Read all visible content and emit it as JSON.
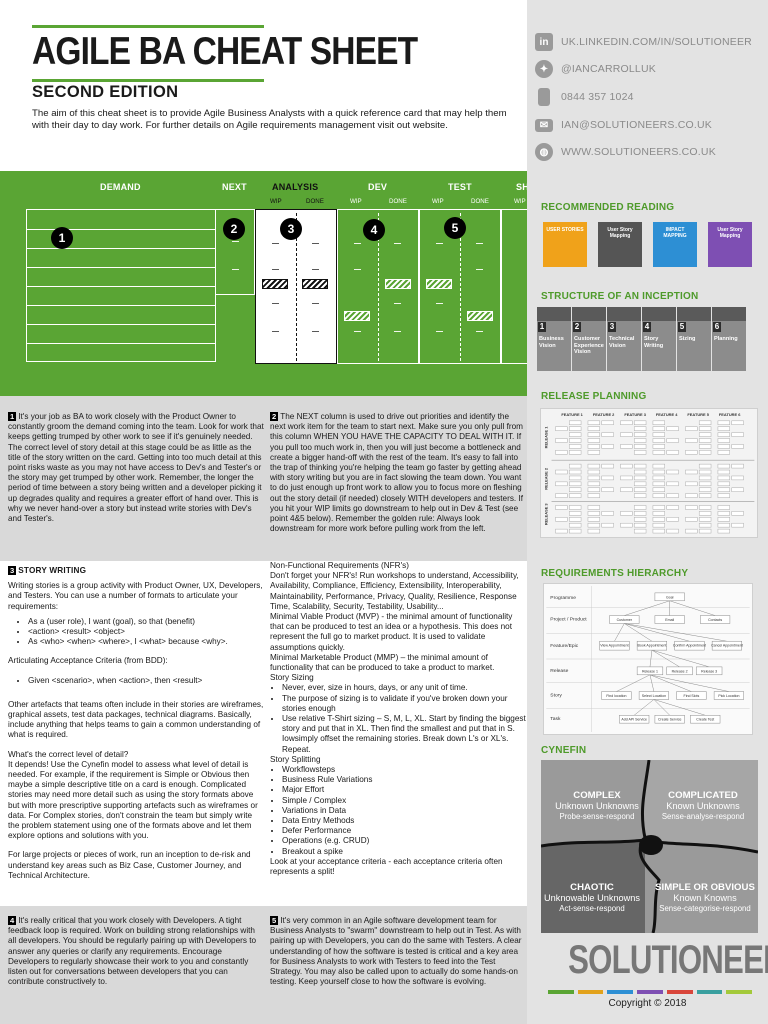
{
  "header": {
    "title": "AGILE BA CHEAT SHEET",
    "edition": "SECOND EDITION",
    "intro": "The aim of this cheat sheet is to provide Agile Business Analysts with a quick reference card that may help them with their day to day work. For further details on Agile requirements management visit out website."
  },
  "contacts": [
    {
      "icon": "linkedin-icon",
      "text": "UK.LINKEDIN.COM/IN/SOLUTIONEER"
    },
    {
      "icon": "twitter-icon",
      "text": "@IANCARROLLUK"
    },
    {
      "icon": "phone-icon",
      "text": "0844 357 1024"
    },
    {
      "icon": "email-icon",
      "text": "IAN@SOLUTIONEERS.CO.UK"
    },
    {
      "icon": "globe-icon",
      "text": "WWW.SOLUTIONEERS.CO.UK"
    }
  ],
  "sidebar": {
    "reading_title": "RECOMMENDED READING",
    "books": [
      {
        "title": "USER STORIES",
        "color": "#f0a21a"
      },
      {
        "title": "User Story Mapping",
        "color": "#555555"
      },
      {
        "title": "IMPACT MAPPING",
        "color": "#2d8fd4"
      },
      {
        "title": "User Story Mapping",
        "color": "#7e4fb3"
      }
    ],
    "inception_title": "STRUCTURE OF AN INCEPTION",
    "inception": [
      {
        "n": "1",
        "label": "Business Vision"
      },
      {
        "n": "2",
        "label": "Customer Experience Vision"
      },
      {
        "n": "3",
        "label": "Technical Vision"
      },
      {
        "n": "4",
        "label": "Story Writing"
      },
      {
        "n": "5",
        "label": "Sizing"
      },
      {
        "n": "6",
        "label": "Planning"
      }
    ],
    "release_title": "RELEASE PLANNING",
    "release_features": [
      "FEATURE 1",
      "FEATURE 2",
      "FEATURE 3",
      "FEATURE 4",
      "FEATURE 5",
      "FEATURE 6"
    ],
    "release_rows": [
      "RELEASE 1",
      "RELEASE 2",
      "RELEASE 3"
    ],
    "hierarchy_title": "REQUIREMENTS HIERARCHY",
    "hierarchy_levels": [
      "Programme",
      "Project / Product",
      "Feature/Epic",
      "Release",
      "Story",
      "Task"
    ],
    "hierarchy_nodes": {
      "programme": "Goal",
      "project": [
        "Customer",
        "Email",
        "Contacts"
      ],
      "feature": [
        "View Appointment",
        "Book Appointment",
        "Confirm Appointment",
        "Cancel Appointment"
      ],
      "release": [
        "Release 1",
        "Release 2",
        "Release 3"
      ],
      "story": [
        "Find location",
        "Select Location",
        "Find Slots",
        "Pick Location"
      ],
      "task": [
        "Add API Service",
        "Create Service",
        "Create Test"
      ]
    },
    "cynefin_title": "CYNEFIN",
    "cynefin": [
      {
        "title": "COMPLEX",
        "sub": "Unknown Unknowns",
        "approach": "Probe-sense-respond"
      },
      {
        "title": "COMPLICATED",
        "sub": "Known Unknowns",
        "approach": "Sense-analyse-respond"
      },
      {
        "title": "CHAOTIC",
        "sub": "Unknowable Unknowns",
        "approach": "Act-sense-respond"
      },
      {
        "title": "SIMPLE OR OBVIOUS",
        "sub": "Known Knowns",
        "approach": "Sense-categorise-respond"
      }
    ],
    "logo": "SOLUTIONEERS",
    "logo_colors": [
      "#5aa534",
      "#e2a21b",
      "#2d8fd4",
      "#7e4fb3",
      "#d9463b",
      "#3aa0a0",
      "#a3c93a"
    ],
    "copyright": "Copyright © 2018"
  },
  "board": {
    "columns": {
      "demand": "DEMAND",
      "next": "NEXT",
      "analysis": "ANALYSIS",
      "dev": "DEV",
      "test": "TEST",
      "ship": "SH"
    },
    "wip": "WIP",
    "done": "DONE",
    "badges": [
      "1",
      "2",
      "3",
      "4",
      "5"
    ]
  },
  "sections": {
    "s1_num": "1",
    "s1": "It's your job as BA to work closely with the Product Owner to constantly groom the demand coming into the team. Look for work that keeps getting trumped by other work to see if it's genuinely needed. The correct level of story detail at this stage could be as little as the title of the story written on the card. Getting into too much detail at this point risks waste as you may not have access to Dev's and Tester's or the story may get trumped by other work. Remember, the longer the period of time between a story being written and a developer picking it up degrades quality and requires a greater effort of hand over. This is why we never hand-over a story but instead write stories with Dev's and Tester's.",
    "s2_num": "2",
    "s2": "The NEXT column is used to drive out priorities and identify the next work item for the team to start next. Make sure you only pull from this column WHEN YOU HAVE THE CAPACITY TO DEAL WITH IT. If you pull too much work in, then you will just become a bottleneck and create a bigger hand-off with the rest of the team. It's easy to fall into the trap of thinking you're helping the team go faster by getting ahead with story writing but you are in fact slowing the team down. You want to do just enough up front work to allow you to focus more on fleshing out the story detail (if needed) closely WITH developers and testers. If you hit your WIP limits go downstream to help out in Dev & Test (see point 4&5 below). Remember the golden rule: Always look downstream for more work before pulling work from the left.",
    "s3_num": "3",
    "s3_title": "STORY WRITING",
    "s3_p1": "Writing stories is a group activity with Product Owner, UX, Developers, and Testers. You can use a number of formats to articulate your requirements:",
    "s3_bullets": [
      "As a (user role), I want (goal), so that (benefit)",
      "<action> <result> <object>",
      "As <who> <when> <where>, I <what> because <why>."
    ],
    "s3_p2": "Articulating Acceptance Criteria (from BDD):",
    "s3_bullets2": [
      "Given <scenario>, when <action>, then <result>"
    ],
    "s3_p3": "Other artefacts that teams often include in their stories are wireframes, graphical assets, test data packages, technical diagrams. Basically, include anything that helps teams to gain a common understanding of what is required.",
    "s3_p4": "What's the correct level of detail?",
    "s3_p5": "It depends! Use the Cynefin model to assess what level of detail is needed. For example, if the requirement is Simple or Obvious then maybe a simple descriptive title on a card is enough. Complicated stories may need more detail such as using the story formats above but with more prescriptive supporting artefacts such as wireframes or data. For Complex stories, don't constrain the team but simply write the problem statement using one of the formats above and let them explore options and solutions with you.",
    "s3_p6": "For large projects or pieces of work, run an inception to de-risk and understand key areas such as Biz Case, Customer Journey, and Technical Architecture.",
    "nfr_title": "Non-Functional Requirements (NFR's)",
    "nfr": "Don't forget your NFR's! Run workshops to understand, Accessibility, Availability, Compliance, Efficiency, Extensibility, Interoperability, Maintainability, Performance, Privacy, Quality, Resilience, Response Time, Scalability, Security, Testability, Usability...",
    "mvp": "Minimal Viable Product (MVP) - the minimal amount of functionality that can be produced to test an idea or a hypothesis. This does not represent the full go to market product. It is used to validate assumptions quickly.",
    "mmp": "Minimal Marketable Product (MMP) – the minimal amount of functionality that can be produced to take a product to market.",
    "sizing_title": "Story Sizing",
    "sizing": [
      "Never, ever, size in hours, days, or any unit of time.",
      "The purpose of sizing is to validate if you've broken down your stories enough",
      "Use relative T-Shirt sizing – S, M, L, XL. Start by finding the biggest story and put that in XL. Then find the smallest and put that in S. Iowsimply offset the remaining stories. Break down L's or XL's. Repeat."
    ],
    "split_title": "Story Splitting",
    "split": [
      "Workflowsteps",
      "Business Rule Variations",
      "Major Effort",
      "Simple / Complex",
      "Variations in Data",
      "Data Entry Methods",
      "Defer Performance",
      "Operations (e.g. CRUD)",
      "Breakout a spike"
    ],
    "split_after": "Look at your acceptance criteria - each acceptance criteria often represents a split!",
    "s4_num": "4",
    "s4": "It's really critical that you work closely with Developers. A tight feedback loop is required. Work on building strong relationships with all developers. You should be regularly pairing up with Developers to answer any queries or clarify any requirements. Encourage Developers to regularly showcase their work to you and constantly listen out for conversations between developers that you can contribute constructively to.",
    "s5_num": "5",
    "s5": "It's very common in an Agile software development team for Business Analysts to \"swarm\" downstream to help out in Test. As with pairing up with Developers, you can do the same with Testers. A clear understanding of how the software is tested is critical and a key area for Business Analysts to work with Testers to feed into the Test Strategy. You may also be called upon to actually do some hands-on testing. Keep yourself close to how the software is evolving."
  }
}
